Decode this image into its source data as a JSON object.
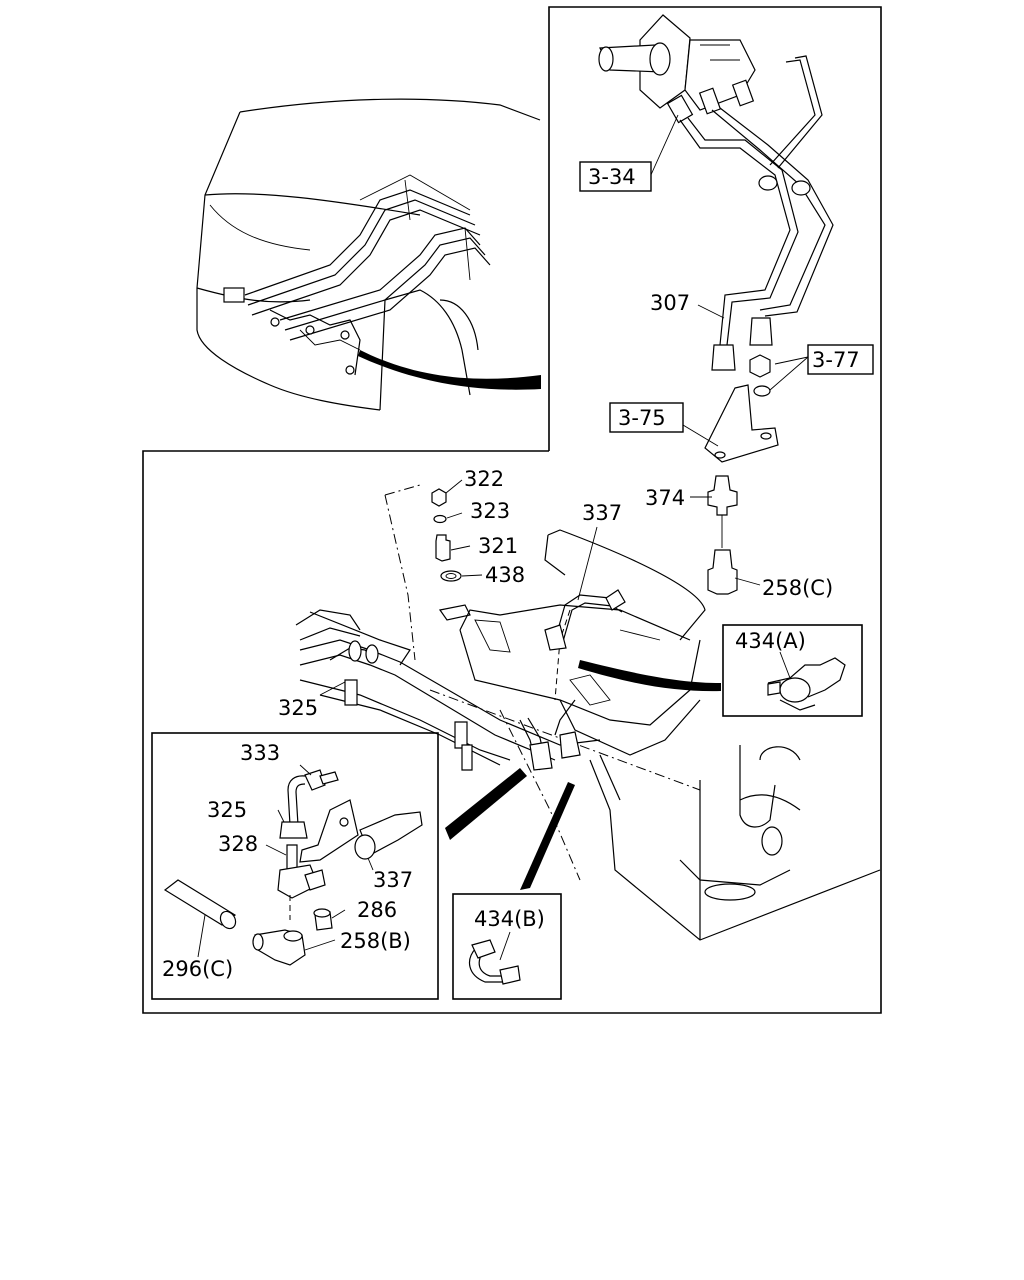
{
  "callouts": {
    "ref_3_34": "3-34",
    "ref_3_77": "3-77",
    "ref_3_75": "3-75",
    "p307": "307",
    "p374": "374",
    "p258c": "258(C)",
    "p337_top": "337",
    "p322": "322",
    "p323": "323",
    "p321": "321",
    "p438": "438",
    "p325_main": "325",
    "p434a": "434(A)",
    "p333": "333",
    "p325_detail": "325",
    "p328": "328",
    "p337_detail": "337",
    "p286": "286",
    "p258b": "258(B)",
    "p296c": "296(C)",
    "p434b": "434(B)"
  }
}
